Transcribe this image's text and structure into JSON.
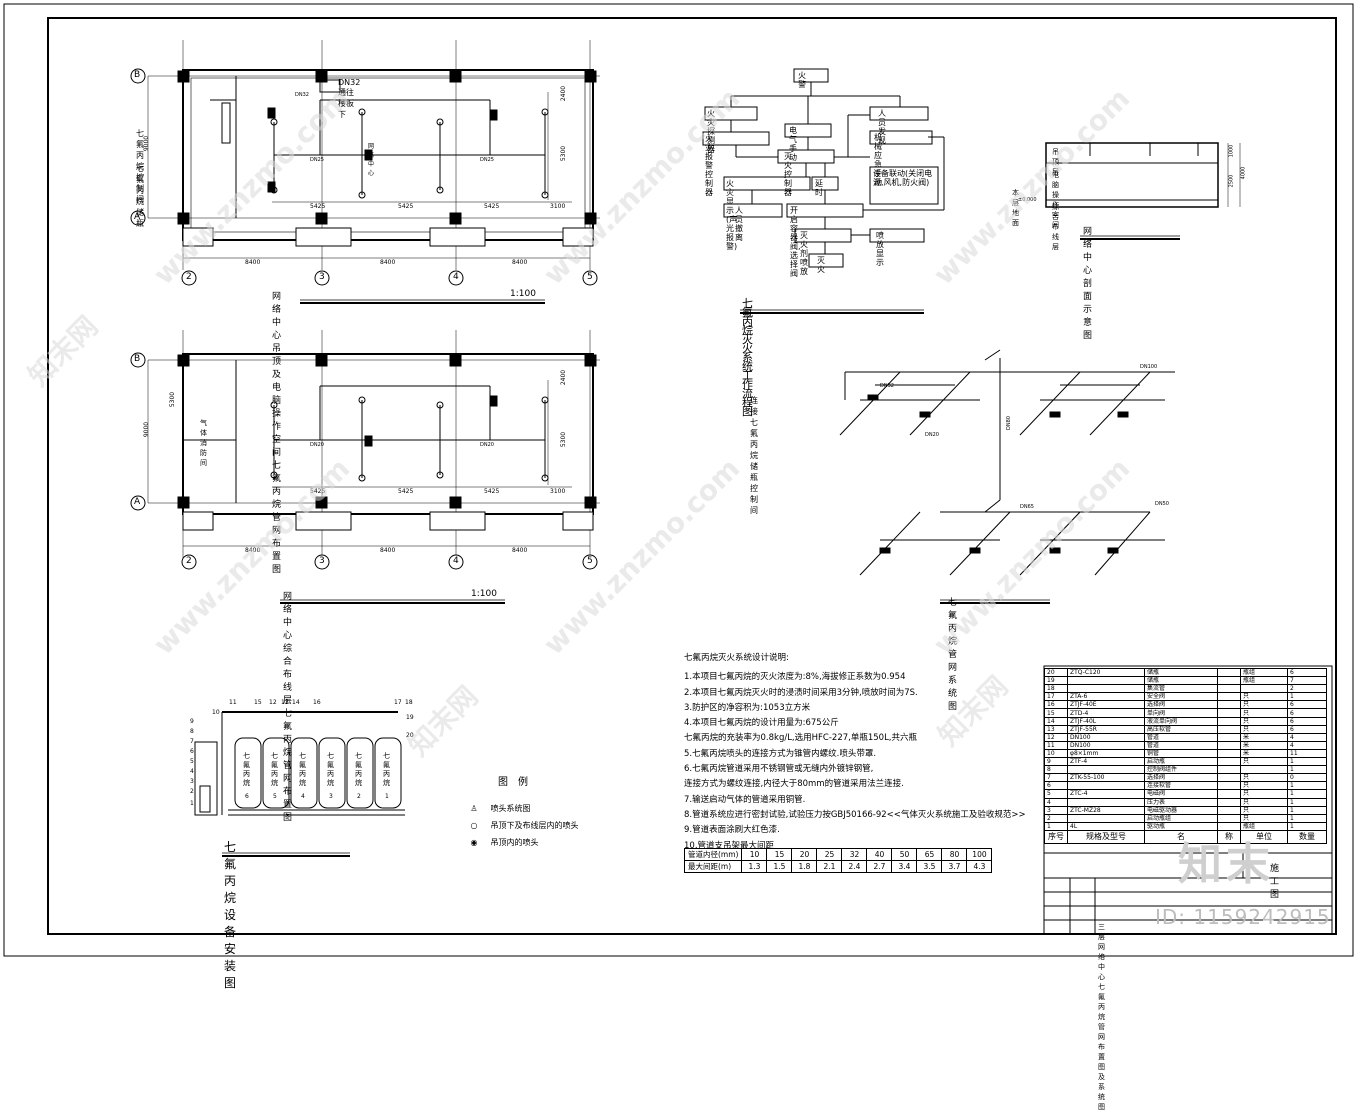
{
  "plan1": {
    "title": "网络中心吊顶及电脑操作空间七氟丙烷管网布置图",
    "scale": "1:100",
    "pipe_label": "DN32通往楼板下",
    "label_control": "七氟丙烷控制间",
    "label_cylinder": "七氟丙烷储瓶",
    "label_room": "网络中心"
  },
  "plan2": {
    "title": "网络中心综合布线层七氟丙烷管网布置图",
    "scale": "1:100",
    "label_control": "气体消防间"
  },
  "grid": {
    "rows": [
      "B",
      "A"
    ],
    "cols": [
      "2",
      "3",
      "4",
      "5"
    ],
    "bay": "8400",
    "depth": "9000",
    "sub_depth": "5300",
    "sub_top": "2400",
    "spans": [
      "5425",
      "5425",
      "5425"
    ],
    "end": "3100",
    "pipe_sizes": [
      "DN25",
      "DN20",
      "DN25",
      "DN20",
      "DN32"
    ]
  },
  "flow": {
    "title": "七氟丙烷灭火系统工作流程图",
    "nodes": [
      "火警",
      "火灾探测器",
      "人员发现",
      "电气手动",
      "火灾报警控制器",
      "机械应急手动",
      "灭火控制器",
      "设备联动(关闭电源,风机,防火阀)",
      "火灾显示(声光报警)",
      "延时",
      "人员撤离",
      "开启容器阀,选择阀",
      "灭火剂喷放",
      "喷放显示",
      "灭火"
    ]
  },
  "section": {
    "title": "网络中心剖面示意图",
    "labels": [
      "吊顶层",
      "电脑操作空间",
      "综合布线层",
      "本层地面"
    ],
    "dims": [
      "1000",
      "2500",
      "4000"
    ],
    "level": "±0.000"
  },
  "system": {
    "title": "七氟丙烷管网系统图",
    "connect": "连接七氟丙烷储瓶控制间",
    "sizes": [
      "DN100",
      "DN80",
      "DN65",
      "DN50",
      "DN32",
      "DN20"
    ]
  },
  "install": {
    "title": "七氟丙烷设备安装图",
    "cylinder_text": "七氟丙烷",
    "numbers": [
      "6",
      "5",
      "4",
      "3",
      "2",
      "1"
    ],
    "callouts": [
      "11",
      "10",
      "15",
      "12",
      "13",
      "14",
      "16",
      "17",
      "18",
      "19",
      "20",
      "9",
      "8",
      "7",
      "6",
      "5",
      "4",
      "3",
      "2",
      "1"
    ]
  },
  "legend": {
    "title": "图例",
    "items": [
      {
        "sym": "♙",
        "text": "喷头系统图"
      },
      {
        "sym": "○",
        "text": "吊顶下及布线层内的喷头"
      },
      {
        "sym": "◉",
        "text": "吊顶内的喷头"
      }
    ]
  },
  "notes": {
    "heading": "七氟丙烷灭火系统设计说明:",
    "lines": [
      "1.本项目七氟丙烷的灭火浓度为:8%,海拔修正系数为0.954",
      "2.本项目七氟丙烷灭火时的浸渍时间采用3分钟,喷放时间为7S.",
      "3.防护区的净容积为:1053立方米",
      "4.本项目七氟丙烷的设计用量为:675公斤",
      "  七氟丙烷的充装率为0.8kg/L,选用HFC-227,单瓶150L,共六瓶",
      "5.七氟丙烷喷头的连接方式为锥管内螺纹.喷头带罩.",
      "6.七氟丙烷管道采用不锈钢管或无缝内外镀锌钢管,",
      "  连接方式为螺纹连接,内径大于80mm的管道采用法兰连接.",
      "7.输送启动气体的管道采用铜管.",
      "8.管道系统应进行密封试验,试验压力按GBJ50166-92<<气体灭火系统施工及验收规范>>",
      "9.管道表面涂刷大红色漆.",
      "10.管道支吊架最大间距"
    ]
  },
  "pipe_table": {
    "row1_label": "管道内径(mm)",
    "row2_label": "最大间距(m)",
    "diameters": [
      "10",
      "15",
      "20",
      "25",
      "32",
      "40",
      "50",
      "65",
      "80",
      "100"
    ],
    "spacings": [
      "1.3",
      "1.5",
      "1.8",
      "2.1",
      "2.4",
      "2.7",
      "3.4",
      "3.5",
      "3.7",
      "4.3"
    ]
  },
  "material": {
    "rows": [
      {
        "no": "20",
        "spec": "ZTQ-C120",
        "name": "储瓶",
        "unit": "瓶组",
        "qty": "6"
      },
      {
        "no": "19",
        "spec": "",
        "name": "储瓶",
        "unit": "瓶组",
        "qty": "7"
      },
      {
        "no": "18",
        "spec": "",
        "name": "集流管",
        "unit": "",
        "qty": "2"
      },
      {
        "no": "17",
        "spec": "ZTA-6",
        "name": "安全阀",
        "unit": "只",
        "qty": "1"
      },
      {
        "no": "16",
        "spec": "ZTJF-40E",
        "name": "选择阀",
        "unit": "只",
        "qty": "6"
      },
      {
        "no": "15",
        "spec": "ZTD-4",
        "name": "单向阀",
        "unit": "只",
        "qty": "6"
      },
      {
        "no": "14",
        "spec": "ZTJF-40L",
        "name": "液流单向阀",
        "unit": "只",
        "qty": "6"
      },
      {
        "no": "13",
        "spec": "ZTJF-55R",
        "name": "高压软管",
        "unit": "只",
        "qty": "6"
      },
      {
        "no": "12",
        "spec": "DN100",
        "name": "管道",
        "unit": "米",
        "qty": "4"
      },
      {
        "no": "11",
        "spec": "DN100",
        "name": "管道",
        "unit": "米",
        "qty": "4"
      },
      {
        "no": "10",
        "spec": "φ8×1mm",
        "name": "铜管",
        "unit": "米",
        "qty": "11"
      },
      {
        "no": "9",
        "spec": "ZTF-4",
        "name": "启动瓶",
        "unit": "只",
        "qty": "1"
      },
      {
        "no": "8",
        "spec": "",
        "name": "控制阀组件",
        "unit": "",
        "qty": "1"
      },
      {
        "no": "7",
        "spec": "ZTK-55-100",
        "name": "选择阀",
        "unit": "只",
        "qty": "0"
      },
      {
        "no": "6",
        "spec": "",
        "name": "连接软管",
        "unit": "只",
        "qty": "1"
      },
      {
        "no": "5",
        "spec": "ZTC-4",
        "name": "电磁阀",
        "unit": "只",
        "qty": "1"
      },
      {
        "no": "4",
        "spec": "",
        "name": "压力表",
        "unit": "只",
        "qty": "1"
      },
      {
        "no": "3",
        "spec": "ZTC-MZ28",
        "name": "电磁驱动器",
        "unit": "只",
        "qty": "1"
      },
      {
        "no": "2",
        "spec": "",
        "name": "启动瓶组",
        "unit": "只",
        "qty": "1"
      },
      {
        "no": "1",
        "spec": "4L",
        "name": "驱动瓶",
        "unit": "瓶组",
        "qty": "1"
      }
    ],
    "head": [
      "序号",
      "规格及型号",
      "名",
      "称",
      "单位",
      "数量"
    ],
    "stage": "施工图",
    "drawing_title": "三层网络中心七氟丙烷管网布置图及系统图"
  },
  "watermark": {
    "site": "www.znzmo.com",
    "brand": "知末网",
    "logo": "知末",
    "id": "ID: 1159242915"
  }
}
